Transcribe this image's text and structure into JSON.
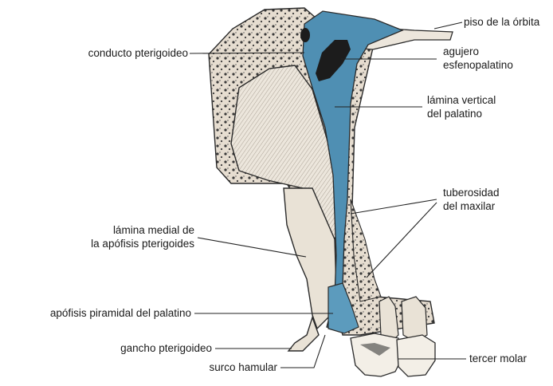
{
  "labels": {
    "conducto_pterigoideo": "conducto pterigoideo",
    "piso_orbita": "piso de la órbita",
    "agujero_l1": "agujero",
    "agujero_l2": "esfenopalatino",
    "lamina_vertical_l1": "lámina vertical",
    "lamina_vertical_l2": "del palatino",
    "tuberosidad_l1": "tuberosidad",
    "tuberosidad_l2": "del maxilar",
    "lamina_medial_l1": "lámina medial de",
    "lamina_medial_l2": "la apófisis pterigoides",
    "apofisis_piramidal": "apófisis piramidal del palatino",
    "gancho": "gancho pterigoideo",
    "surco": "surco hamular",
    "tercer_molar": "tercer molar"
  },
  "colors": {
    "bone": "#ece6dc",
    "bone_shade": "#d9d1c4",
    "palatine_blue": "#4f8fb3",
    "palatine_blue_dark": "#2f6f93",
    "outline": "#2a2a2a",
    "leader_line": "#222222"
  }
}
